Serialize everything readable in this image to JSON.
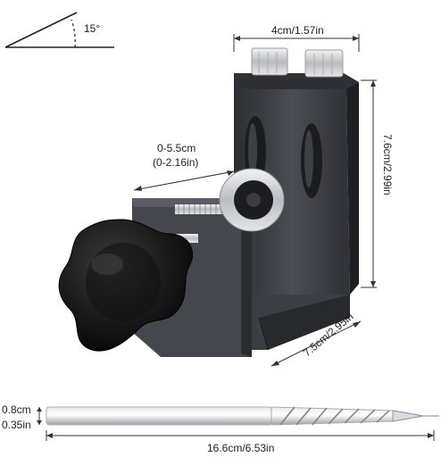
{
  "angle": {
    "label": "15°"
  },
  "dimensions": {
    "top_width": "4cm/1.57in",
    "clamp_range_cm": "0-5.5cm",
    "clamp_range_in": "(0-2.16in)",
    "height": "7.6cm/2.99in",
    "base_depth": "7.5cm/2.95in",
    "bit_diameter_cm": "0.8cm",
    "bit_diameter_in": "0.35in",
    "bit_length": "16.6cm/6.53in"
  },
  "icons": [
    "angle-diagram-icon",
    "pocket-hole-jig-icon",
    "star-knob-icon",
    "drill-bit-icon"
  ],
  "colors": {
    "jig_body": "#3a3d42",
    "knob": "#0b0b0b",
    "metal": "#c9ccd0"
  }
}
